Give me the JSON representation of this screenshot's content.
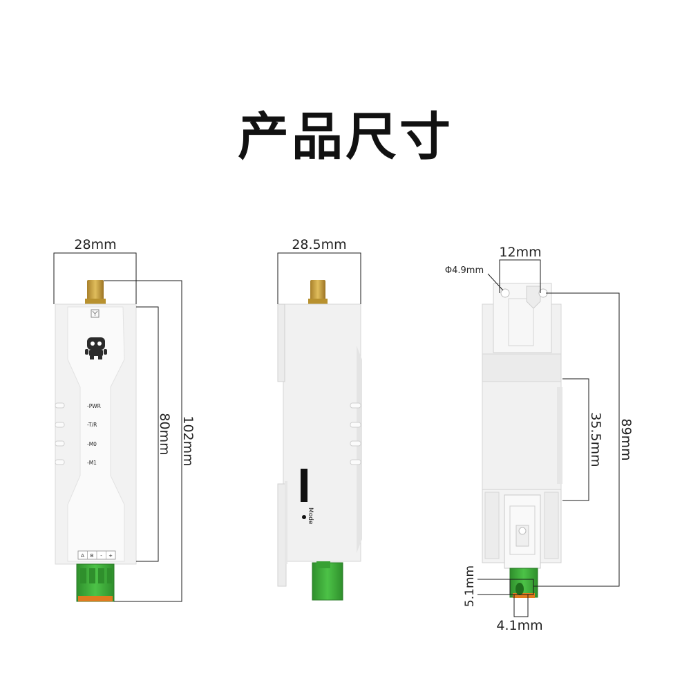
{
  "title": "产品尺寸",
  "front_view": {
    "width_label": "28mm",
    "body_height_label": "80mm",
    "total_height_label": "102mm",
    "led_labels": [
      "-PWR",
      "-T/R",
      "-M0",
      "-M1"
    ],
    "terminal_labels": [
      "A",
      "B",
      "-",
      "+"
    ]
  },
  "side_view": {
    "width_label": "28.5mm",
    "button_label": "Mode"
  },
  "back_view": {
    "hole_spacing_label": "12mm",
    "hole_diameter_label": "Φ4.9mm",
    "rail_span_label": "35.5mm",
    "total_label": "89mm",
    "clip_height_label": "5.1mm",
    "clip_width_label": "4.1mm"
  },
  "colors": {
    "body": "#f0f0f0",
    "body_shadow": "#e1e1e1",
    "antenna_gold": "#c9a13c",
    "terminal_green": "#3eaa3a",
    "line": "#1a1a1a"
  }
}
